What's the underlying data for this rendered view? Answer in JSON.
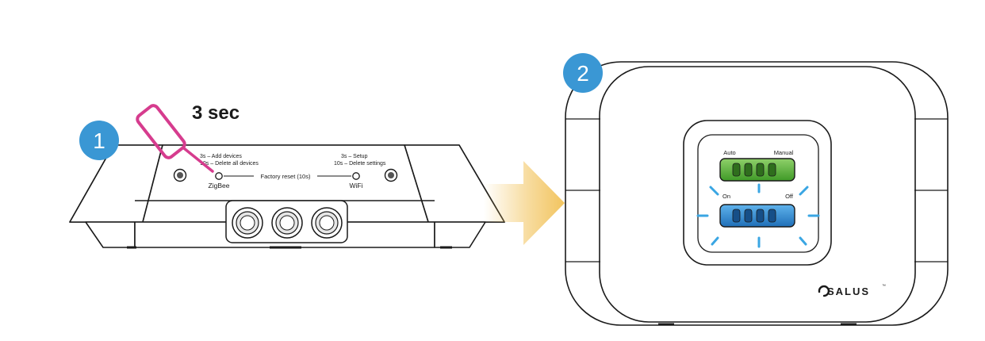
{
  "steps": {
    "step1": {
      "number": "1",
      "duration": "3 sec"
    },
    "step2": {
      "number": "2"
    }
  },
  "hub": {
    "zigbee_line1": "3s – Add devices",
    "zigbee_line2": "10s – Delete all devices",
    "wifi_line1": "3s – Setup",
    "wifi_line2": "10s – Delete settings",
    "zigbee_label": "ZigBee",
    "wifi_label": "WiFi",
    "factory_reset_label": "Factory reset (10s)"
  },
  "controller": {
    "auto_label": "Auto",
    "manual_label": "Manual",
    "on_label": "On",
    "off_label": "Off",
    "brand": "SALUS",
    "trademark": "™"
  },
  "colors": {
    "badge": "#3a97d4",
    "pin": "#d63c8e",
    "arrow": "#f2c45e",
    "mode_green": "#5db83a",
    "power_blue": "#2e8fd8",
    "led_glow": "#3aa6e3",
    "outline": "#1a1a1a"
  }
}
